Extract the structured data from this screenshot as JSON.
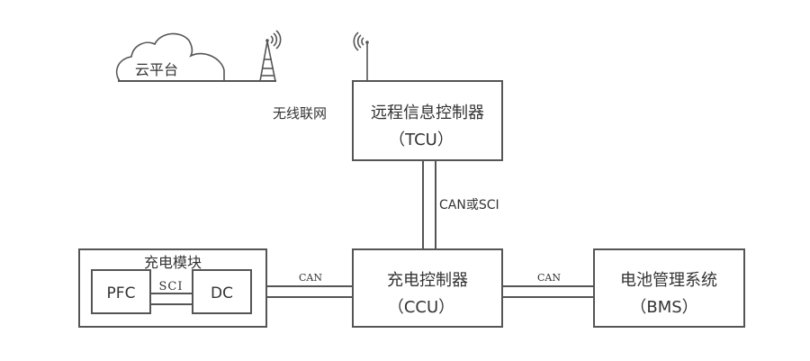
{
  "diagram": {
    "type": "block-diagram",
    "cloud": {
      "label": "云平台"
    },
    "wireless": {
      "label": "无线联网"
    },
    "tcu": {
      "title": "远程信息控制器",
      "abbr": "（TCU）"
    },
    "ccu": {
      "title": "充电控制器",
      "abbr": "（CCU）"
    },
    "bms": {
      "title": "电池管理系统",
      "abbr": "（BMS）"
    },
    "charging_module": {
      "title": "充电模块",
      "pfc": "PFC",
      "dc": "DC",
      "internal_link": "SCI"
    },
    "links": {
      "tcu_ccu": "CAN或SCI",
      "module_ccu": "CAN",
      "ccu_bms": "CAN"
    },
    "colors": {
      "stroke": "#555555",
      "text": "#333333",
      "background": "#ffffff"
    }
  }
}
